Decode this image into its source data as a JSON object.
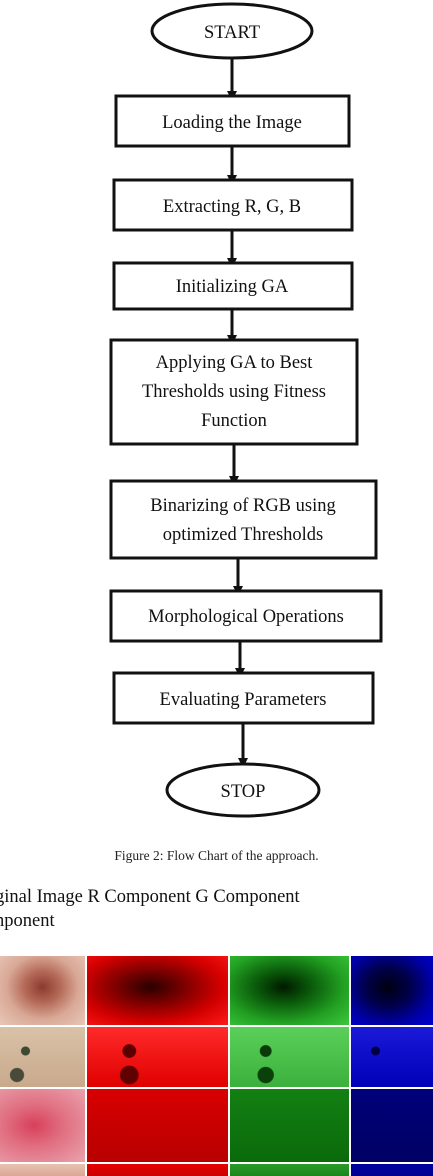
{
  "flowchart": {
    "start": "START",
    "steps": [
      [
        "Loading the Image"
      ],
      [
        "Extracting R, G, B"
      ],
      [
        "Initializing GA"
      ],
      [
        "Applying GA to Best",
        "Thresholds using Fitness",
        "Function"
      ],
      [
        "Binarizing of RGB using",
        "optimized Thresholds"
      ],
      [
        "Morphological Operations"
      ],
      [
        "Evaluating Parameters"
      ]
    ],
    "stop": "STOP"
  },
  "caption": "Figure 2: Flow Chart of the approach.",
  "component_headers": {
    "line1": "ginal  Image    R  Component      G  Component",
    "line2": "nponent"
  },
  "image_grid": {
    "columns": [
      "original",
      "red",
      "green",
      "blue"
    ],
    "rows": 4
  }
}
